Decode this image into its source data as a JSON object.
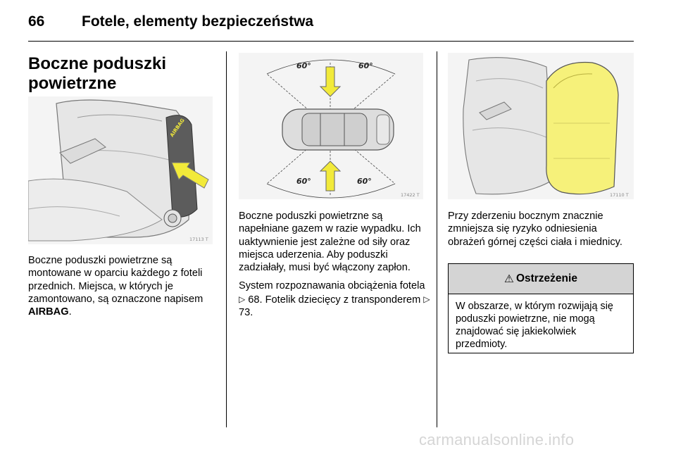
{
  "header": {
    "page_number": "66",
    "title": "Fotele, elementy bezpieczeństwa"
  },
  "section": {
    "title_line1": "Boczne poduszki",
    "title_line2": "powietrzne"
  },
  "figures": {
    "seat_airbag_code": "17113 T",
    "seat_label": "AIRBAG",
    "car_diagram_code": "17422 T",
    "angle_label": "60°",
    "deployed_airbag_code": "17110 T"
  },
  "col1": {
    "text_before": "Boczne poduszki powietrzne są montowane w oparciu każdego z foteli przednich. Miejsca, w których je zamontowano, są oznaczone napisem ",
    "text_strong": "AIRBAG",
    "text_after": "."
  },
  "col2": {
    "para1": "Boczne poduszki powietrzne są napełniane gazem w razie wypadku. Ich uaktywnienie jest zależne od siły oraz miejsca uderzenia. Aby poduszki zadziałały, musi być włączony zapłon.",
    "para2_a": "System rozpoznawania obciążenia fotela ",
    "para2_ref_icon": "▷",
    "para2_b": " 68. Fotelik dziecięcy z transponderem ",
    "para2_ref_icon2": "▷",
    "para2_c": " 73."
  },
  "col3": {
    "para1": "Przy zderzeniu bocznym znacznie zmniejsza się ryzyko odniesienia obrażeń górnej części ciała i miednicy."
  },
  "warning": {
    "icon": "⚠",
    "title": "Ostrzeżenie",
    "body": "W obszarze, w którym rozwijają się poduszki powietrzne, nie mogą znajdować się jakiekolwiek przedmioty."
  },
  "watermark": "carmanualsonline.info",
  "colors": {
    "arrow_yellow": "#f2ea3a",
    "warning_header": "#d4d4d4",
    "figure_bg": "#f4f4f4"
  }
}
